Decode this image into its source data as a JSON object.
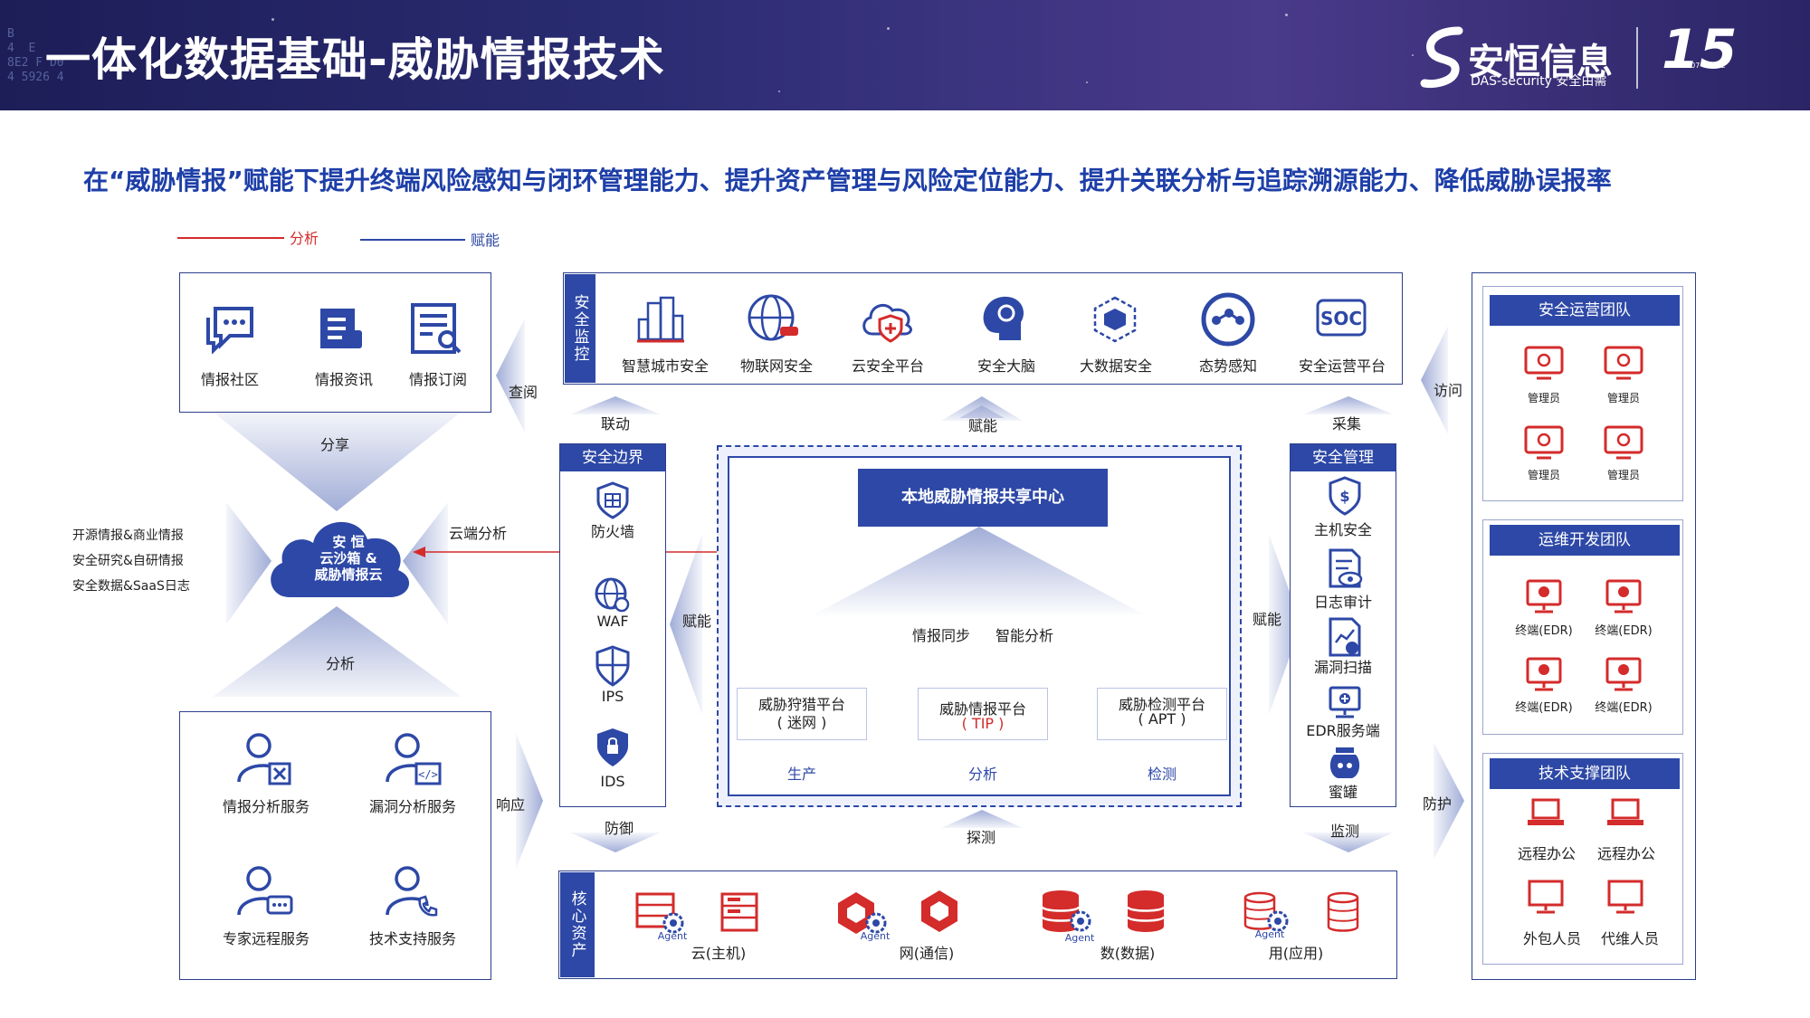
{
  "header": {
    "title": "一体化数据基础-威胁情报技术",
    "logo_name": "安恒信息",
    "logo_sub": "DAS-security 安全由需",
    "anniversary": "15",
    "anniversary_years": "2007 - 2022",
    "deco_text": "B\n4  E\n8E2 F D0\n4 5926 4"
  },
  "subtitle": "在“威胁情报”赋能下提升终端风险感知与闭环管理能力、提升资产管理与风险定位能力、提升关联分析与追踪溯源能力、降低威胁误报率",
  "legend": {
    "red_label": "分析",
    "blue_label": "赋能",
    "red_color": "#d42b2b",
    "blue_color": "#2d48a6"
  },
  "intel_box": {
    "items": [
      {
        "label": "情报社区",
        "icon": "chat-icon"
      },
      {
        "label": "情报资讯",
        "icon": "scroll-icon"
      },
      {
        "label": "情报订阅",
        "icon": "doc-search-icon"
      }
    ]
  },
  "monitor": {
    "label": "安全监控",
    "items": [
      {
        "label": "智慧城市安全",
        "icon": "city-icon"
      },
      {
        "label": "物联网安全",
        "icon": "globe-car-icon"
      },
      {
        "label": "云安全平台",
        "icon": "cloud-shield-icon"
      },
      {
        "label": "安全大脑",
        "icon": "brain-icon"
      },
      {
        "label": "大数据安全",
        "icon": "cube-icon"
      },
      {
        "label": "态势感知",
        "icon": "network-icon"
      },
      {
        "label": "安全运营平台",
        "icon": "soc-icon"
      }
    ],
    "soc_text": "SOC"
  },
  "cloud": {
    "line1": "安 恒",
    "line2": "云沙箱 &",
    "line3": "威胁情报云"
  },
  "sources": [
    "开源情报&商业情报",
    "安全研究&自研情报",
    "安全数据&SaaS日志"
  ],
  "labels": {
    "share": "分享",
    "analyze": "分析",
    "query": "查阅",
    "cloud_analysis": "云端分析",
    "linkage": "联动",
    "empower_top": "赋能",
    "collect": "采集",
    "empower_left": "赋能",
    "empower_right": "赋能",
    "respond": "响应",
    "defend": "防御",
    "detect": "探测",
    "monitor": "监测",
    "visit": "访问",
    "protect": "防护",
    "sync": "情报同步",
    "smart_analysis": "智能分析"
  },
  "services": [
    {
      "label": "情报分析服务",
      "icon": "person-tools-icon"
    },
    {
      "label": "漏洞分析服务",
      "icon": "person-code-icon"
    },
    {
      "label": "专家远程服务",
      "icon": "person-chat-icon"
    },
    {
      "label": "技术支持服务",
      "icon": "person-phone-icon"
    }
  ],
  "boundary": {
    "title": "安全边界",
    "items": [
      {
        "label": "防火墙",
        "icon": "firewall-icon"
      },
      {
        "label": "WAF",
        "icon": "waf-icon"
      },
      {
        "label": "IPS",
        "icon": "ips-shield-icon"
      },
      {
        "label": "IDS",
        "icon": "ids-shield-icon"
      }
    ]
  },
  "center": {
    "title": "本地威胁情报共享中心",
    "hunt": {
      "line1": "威胁狩猎平台",
      "line2": "( 迷网 )"
    },
    "tip": {
      "line1": "威胁情报平台",
      "line2": "( TIP )"
    },
    "apt": {
      "line1": "威胁检测平台",
      "line2": "( APT )"
    },
    "produce": "生产",
    "analyze": "分析",
    "detect": "检测"
  },
  "management": {
    "title": "安全管理",
    "items": [
      {
        "label": "主机安全",
        "icon": "host-shield-icon"
      },
      {
        "label": "日志审计",
        "icon": "log-eye-icon"
      },
      {
        "label": "漏洞扫描",
        "icon": "chart-scan-icon"
      },
      {
        "label": "EDR服务端",
        "icon": "edr-server-icon"
      },
      {
        "label": "蜜罐",
        "icon": "honeypot-icon"
      }
    ]
  },
  "core": {
    "label": "核心资产",
    "agent": "Agent",
    "groups": [
      {
        "label": "云(主机)"
      },
      {
        "label": "网(通信)"
      },
      {
        "label": "数(数据)"
      },
      {
        "label": "用(应用)"
      }
    ]
  },
  "teams": [
    {
      "title": "安全运营团队",
      "members": [
        "管理员",
        "管理员",
        "管理员",
        "管理员"
      ]
    },
    {
      "title": "运维开发团队",
      "members": [
        "终端(EDR)",
        "终端(EDR)",
        "终端(EDR)",
        "终端(EDR)"
      ]
    },
    {
      "title": "技术支撑团队",
      "members": [
        "远程办公",
        "远程办公",
        "外包人员",
        "代维人员"
      ]
    }
  ]
}
